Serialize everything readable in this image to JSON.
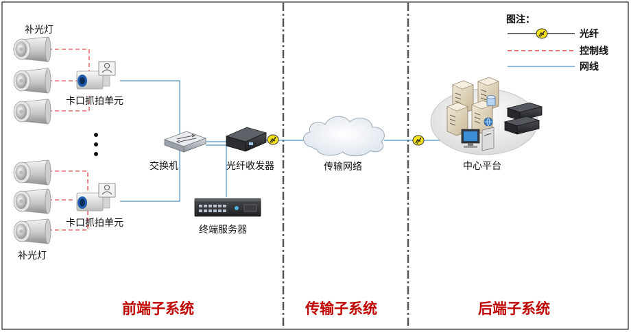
{
  "legend": {
    "title": "图注：",
    "fiber": "光纤",
    "control": "控制线",
    "network": "网线"
  },
  "labels": {
    "fill_light_top": "补光灯",
    "fill_light_bottom": "补光灯",
    "checkpoint_unit_1": "卡口抓拍单元",
    "checkpoint_unit_2": "卡口抓拍单元",
    "switch": "交换机",
    "transceiver": "光纤收发器",
    "terminal_server": "终端服务器",
    "transmission_network": "传输网络",
    "center_platform": "中心平台"
  },
  "sections": {
    "front": "前端子系统",
    "transmission": "传输子系统",
    "back": "后端子系统"
  },
  "colors": {
    "section_title": "#c00000",
    "network_line": "#4a90c8",
    "control_line": "#e02020",
    "fiber_icon": "#f5e11a",
    "divider": "#555555"
  }
}
